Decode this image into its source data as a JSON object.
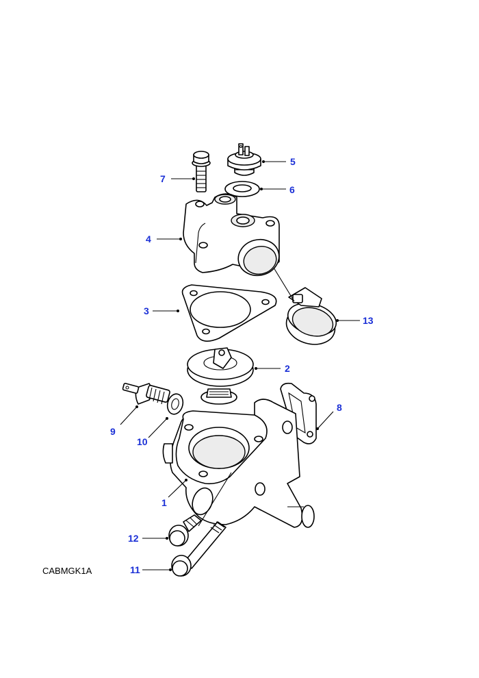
{
  "diagram": {
    "reference_code": "CABMGK1A",
    "callout_color": "#1a2fd6",
    "callouts": [
      {
        "num": "1",
        "part": "thermostat-housing"
      },
      {
        "num": "2",
        "part": "thermostat"
      },
      {
        "num": "3",
        "part": "gasket"
      },
      {
        "num": "4",
        "part": "thermostat-cover"
      },
      {
        "num": "5",
        "part": "temperature-sender"
      },
      {
        "num": "6",
        "part": "sealing-washer"
      },
      {
        "num": "7",
        "part": "cover-bolt"
      },
      {
        "num": "8",
        "part": "housing-gasket"
      },
      {
        "num": "9",
        "part": "temperature-sensor"
      },
      {
        "num": "10",
        "part": "sensor-washer"
      },
      {
        "num": "11",
        "part": "long-bolt"
      },
      {
        "num": "12",
        "part": "short-bolt"
      },
      {
        "num": "13",
        "part": "hose-clip"
      }
    ]
  }
}
